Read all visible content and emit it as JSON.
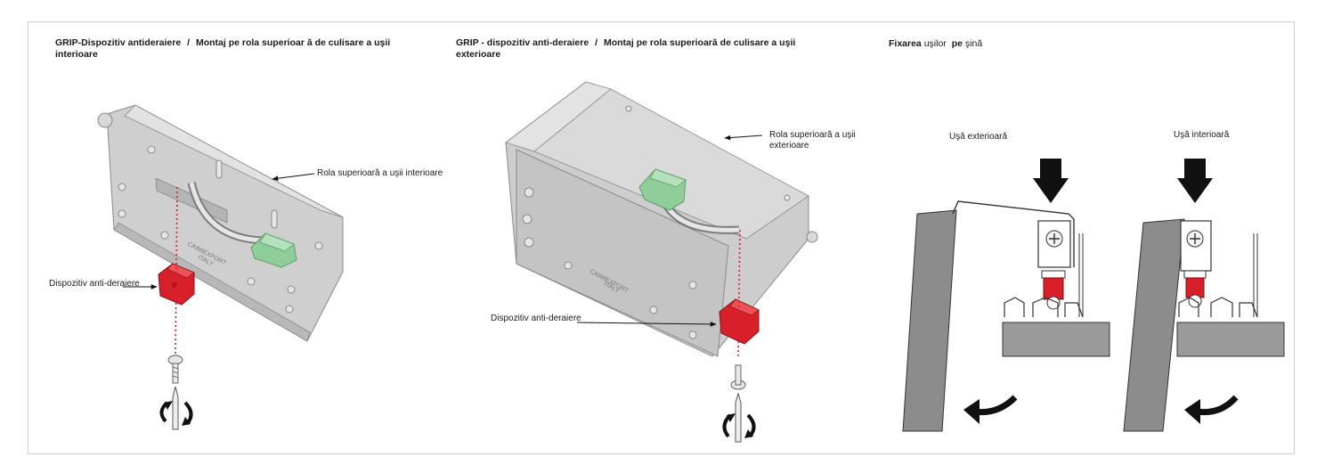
{
  "panel1": {
    "title_bold": "GRIP-Dispozitiv antideraiere",
    "title_sep": "/",
    "title_rest": "Montaj pe rola superioar ă de culisare a uşii interioare",
    "label_roller": "Rola superioară a uşii interioare",
    "label_device": "Dispozitiv anti-deraiere",
    "brand_line1": "CAIMIEXPORT",
    "brand_line2": "ITALY"
  },
  "panel2": {
    "title_bold": "GRIP - dispozitiv anti-deraiere",
    "title_sep": "/",
    "title_rest": "Montaj pe rola superioară de culisare a uşii exterioare",
    "label_roller": "Rola superioară a uşii exterioare",
    "label_device": "Dispozitiv anti-deraiere",
    "brand_line1": "CAIMIEXPORT",
    "brand_line2": "ITALY"
  },
  "panel3": {
    "title_bold1": "Fixarea",
    "title_mid": "uşilor",
    "title_bold2": "pe",
    "title_end": "şină",
    "label_exterior": "Uşă exterioară",
    "label_interior": "Uşă interioară"
  },
  "colors": {
    "device_red": "#d8202a",
    "clip_green": "#8fce9a",
    "housing_grey": "#c9c9c9",
    "door_grey": "#8c8c8c",
    "rail_block": "#9a9a9a"
  }
}
